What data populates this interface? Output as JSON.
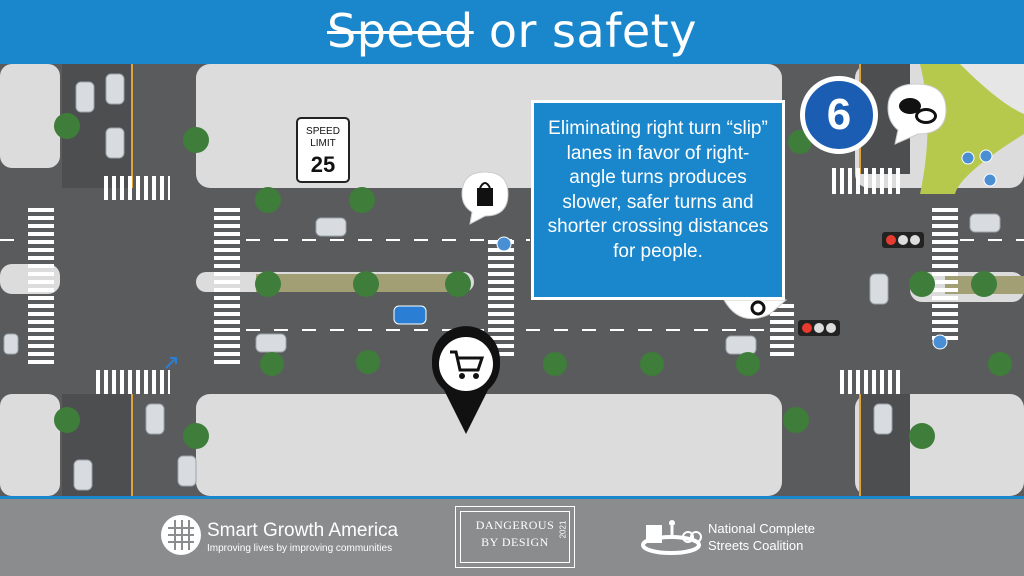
{
  "header": {
    "title_struck": "Speed",
    "title_rest": " or safety"
  },
  "callout": {
    "text": "Eliminating right turn “slip” lanes in favor of right-angle turns produces slower, safer turns and shorter crossing distances for people."
  },
  "step_badge": "6",
  "sign": {
    "line1": "SPEED",
    "line2": "LIMIT",
    "speed": "25"
  },
  "footer": {
    "sga_name": "Smart Growth America",
    "sga_tagline": "Improving lives by improving communities",
    "dbd_line1": "DANGEROUS",
    "dbd_line2": "BY DESIGN",
    "dbd_year": "2021",
    "ncsc_line1": "National Complete",
    "ncsc_line2": "Streets Coalition"
  },
  "icons": [
    "shopping-bag-icon",
    "shopping-cart-pin-icon",
    "chat-bubbles-icon",
    "traffic-light-icon",
    "pedestrian-icon",
    "car-icon",
    "tree-icon"
  ],
  "colors": {
    "brand_blue": "#1a87cc",
    "road": "#5a5b5d",
    "block": "#dcdcdd",
    "tree": "#3f7d3a",
    "footer": "#8a8c8e"
  }
}
